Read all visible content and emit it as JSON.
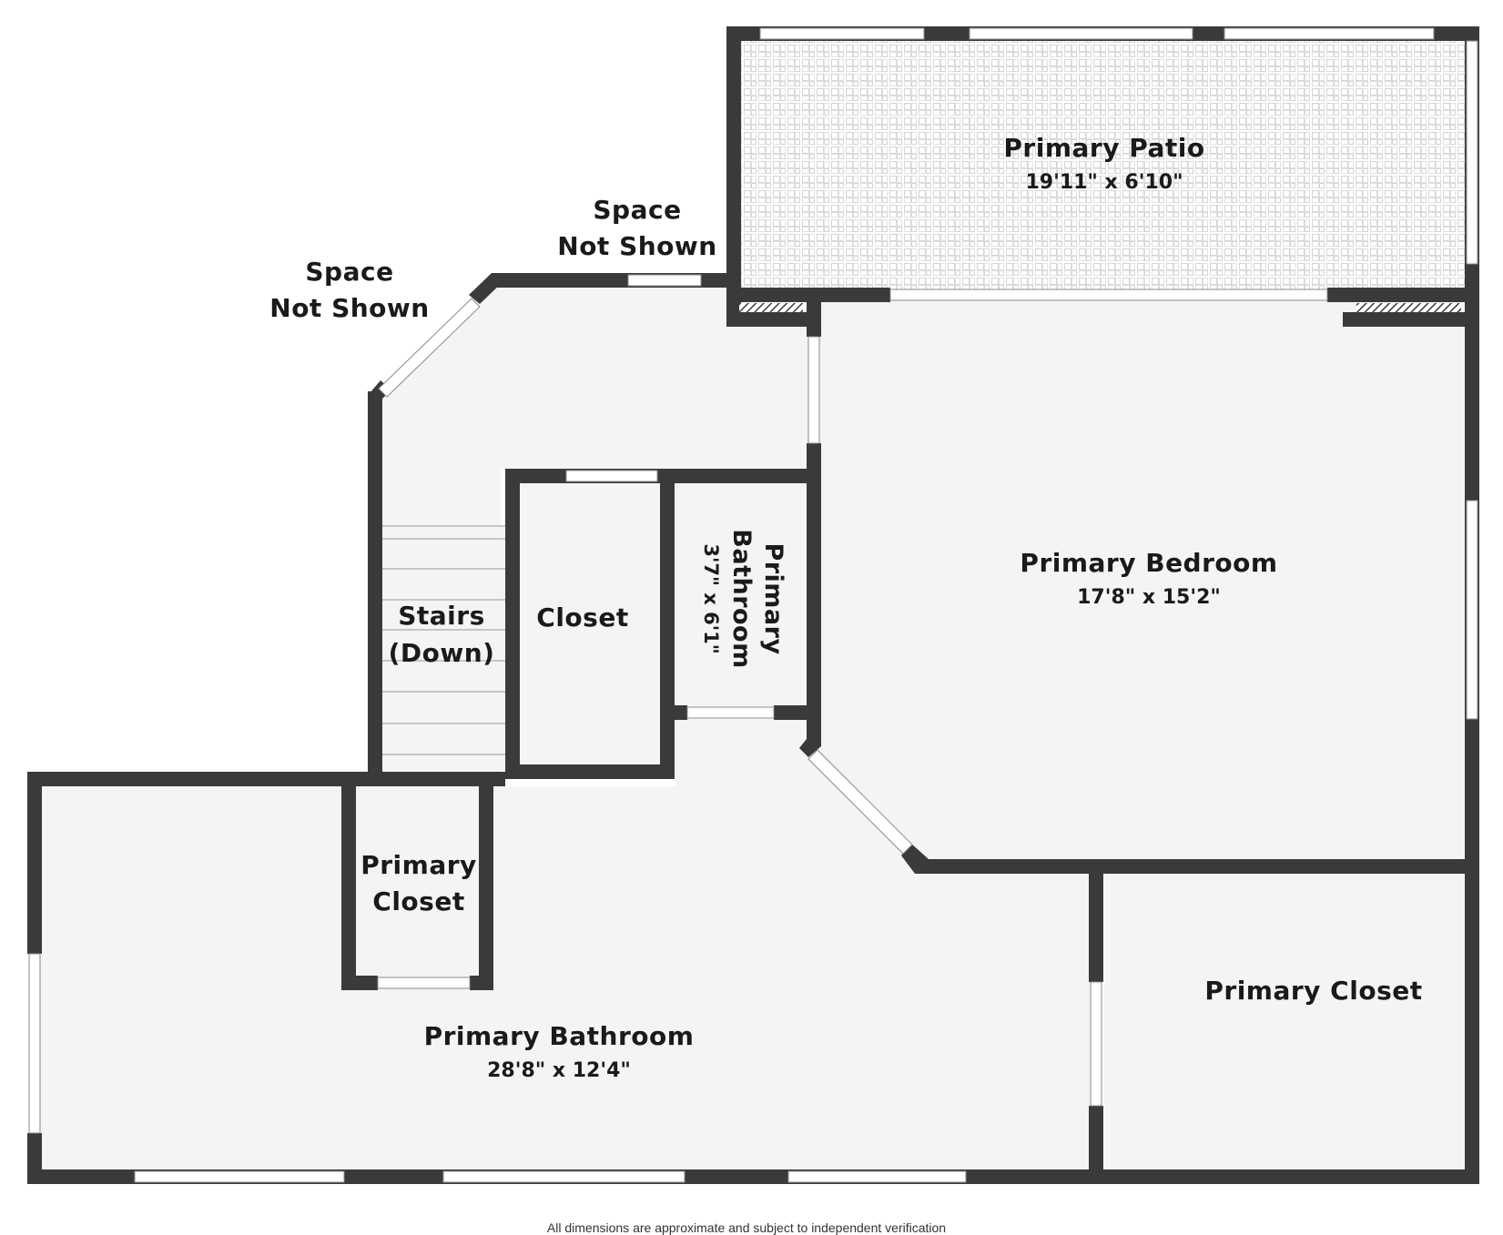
{
  "rooms": {
    "primary_patio": {
      "name": "Primary Patio",
      "dims": "19'11\" x 6'10\""
    },
    "primary_bedroom": {
      "name": "Primary Bedroom",
      "dims": "17'8\" x 15'2\""
    },
    "primary_bathroom_large": {
      "name": "Primary Bathroom",
      "dims": "28'8\" x 12'4\""
    },
    "primary_bathroom_small": {
      "name_line1": "Primary",
      "name_line2": "Bathroom",
      "dims": "3'7\" x 6'1\""
    },
    "closet": {
      "name": "Closet"
    },
    "stairs": {
      "line1": "Stairs",
      "line2": "(Down)"
    },
    "primary_closet_small": {
      "line1": "Primary",
      "line2": "Closet"
    },
    "primary_closet_large": {
      "name": "Primary Closet"
    }
  },
  "space_not_shown_1": {
    "line1": "Space",
    "line2": "Not Shown"
  },
  "space_not_shown_2": {
    "line1": "Space",
    "line2": "Not Shown"
  },
  "footer": {
    "disclaimer": "All dimensions are approximate and subject to independent verification"
  },
  "colors": {
    "wall": "#3a3a3a",
    "floor": "#f4f4f4",
    "patio_tile": "#d9d9d9"
  }
}
